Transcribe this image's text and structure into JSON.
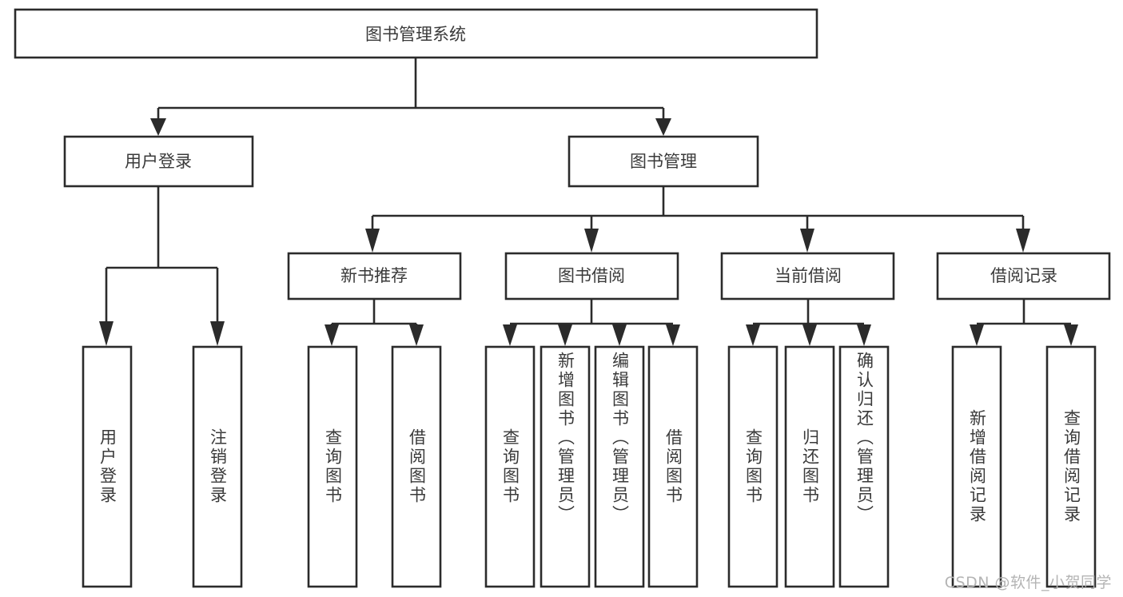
{
  "diagram": {
    "type": "tree",
    "title": "图书管理系统",
    "watermark": "CSDN @软件_小贺同学",
    "root": {
      "id": "root",
      "label": "图书管理系统",
      "orientation": "horizontal"
    },
    "level2": [
      {
        "id": "user-login",
        "label": "用户登录",
        "orientation": "horizontal"
      },
      {
        "id": "book-manage",
        "label": "图书管理",
        "orientation": "horizontal"
      }
    ],
    "level3": [
      {
        "id": "new-book-recommend",
        "label": "新书推荐",
        "orientation": "horizontal",
        "parent": "book-manage"
      },
      {
        "id": "book-borrow",
        "label": "图书借阅",
        "orientation": "horizontal",
        "parent": "book-manage"
      },
      {
        "id": "current-borrow",
        "label": "当前借阅",
        "orientation": "horizontal",
        "parent": "book-manage"
      },
      {
        "id": "borrow-record",
        "label": "借阅记录",
        "orientation": "horizontal",
        "parent": "book-manage"
      }
    ],
    "leaves": [
      {
        "id": "leaf-user-login",
        "label": "用户登录",
        "orientation": "vertical",
        "parent": "user-login"
      },
      {
        "id": "leaf-user-logout",
        "label": "注销登录",
        "orientation": "vertical",
        "parent": "user-login"
      },
      {
        "id": "leaf-query-book-1",
        "label": "查询图书",
        "orientation": "vertical",
        "parent": "new-book-recommend"
      },
      {
        "id": "leaf-borrow-book-1",
        "label": "借阅图书",
        "orientation": "vertical",
        "parent": "new-book-recommend"
      },
      {
        "id": "leaf-query-book-2",
        "label": "查询图书",
        "orientation": "vertical",
        "parent": "book-borrow"
      },
      {
        "id": "leaf-add-book",
        "label": "新增图书（管理员）",
        "orientation": "vertical",
        "parent": "book-borrow"
      },
      {
        "id": "leaf-edit-book",
        "label": "编辑图书（管理员）",
        "orientation": "vertical",
        "parent": "book-borrow"
      },
      {
        "id": "leaf-borrow-book-2",
        "label": "借阅图书",
        "orientation": "vertical",
        "parent": "book-borrow"
      },
      {
        "id": "leaf-query-book-3",
        "label": "查询图书",
        "orientation": "vertical",
        "parent": "current-borrow"
      },
      {
        "id": "leaf-return-book",
        "label": "归还图书",
        "orientation": "vertical",
        "parent": "current-borrow"
      },
      {
        "id": "leaf-confirm-return",
        "label": "确认归还（管理员）",
        "orientation": "vertical",
        "parent": "current-borrow"
      },
      {
        "id": "leaf-add-record",
        "label": "新增借阅记录",
        "orientation": "vertical",
        "parent": "borrow-record"
      },
      {
        "id": "leaf-query-record",
        "label": "查询借阅记录",
        "orientation": "vertical",
        "parent": "borrow-record"
      }
    ],
    "colors": {
      "stroke": "#2b2b2b",
      "box_fill": "#ffffff",
      "text": "#3a3a3a",
      "watermark": "#b4b4b4",
      "background": "#ffffff"
    }
  }
}
